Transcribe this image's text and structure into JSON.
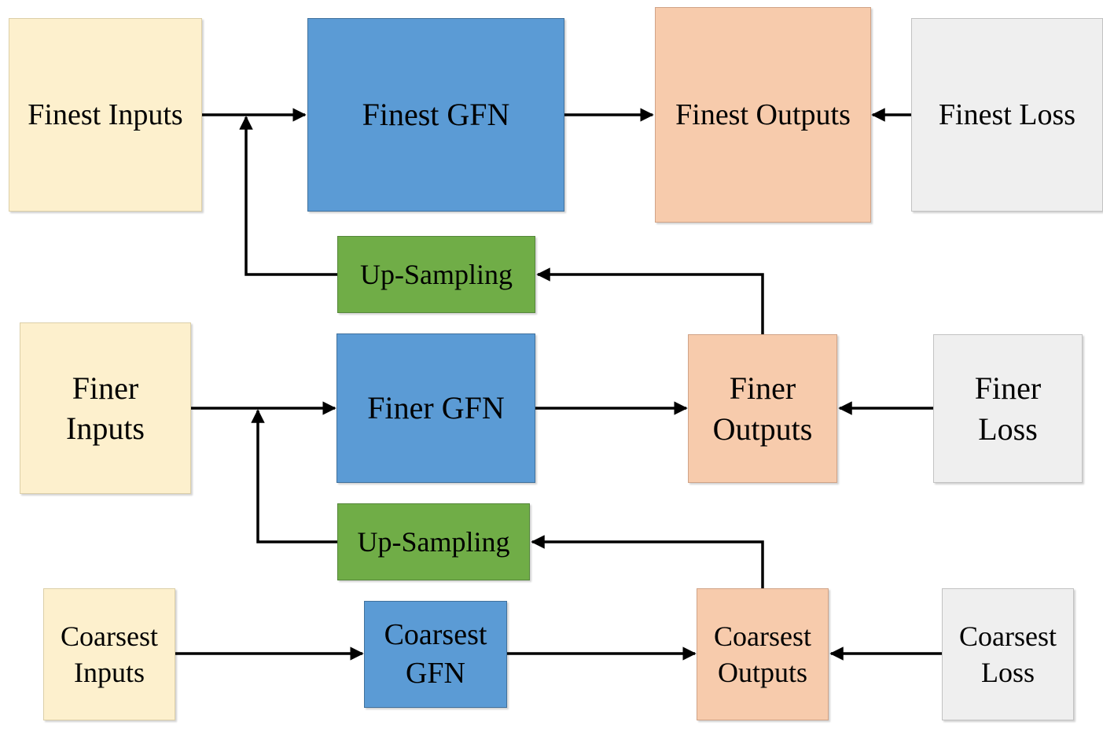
{
  "levels": {
    "finest": {
      "inputs": "Finest Inputs",
      "gfn": "Finest GFN",
      "outputs": "Finest Outputs",
      "loss": "Finest Loss"
    },
    "finer": {
      "inputs_line1": "Finer",
      "inputs_line2": "Inputs",
      "gfn": "Finer GFN",
      "outputs_line1": "Finer",
      "outputs_line2": "Outputs",
      "loss_line1": "Finer",
      "loss_line2": "Loss"
    },
    "coarsest": {
      "inputs_line1": "Coarsest",
      "inputs_line2": "Inputs",
      "gfn_line1": "Coarsest",
      "gfn_line2": "GFN",
      "outputs_line1": "Coarsest",
      "outputs_line2": "Outputs",
      "loss_line1": "Coarsest",
      "loss_line2": "Loss"
    }
  },
  "upsampling": {
    "upper": "Up-Sampling",
    "lower": "Up-Sampling"
  },
  "colors": {
    "inputs": "#fdf0cd",
    "gfn": "#5b9bd5",
    "outputs": "#f7cbac",
    "loss": "#efefef",
    "upsampling": "#70ad47",
    "arrow": "#000000"
  }
}
